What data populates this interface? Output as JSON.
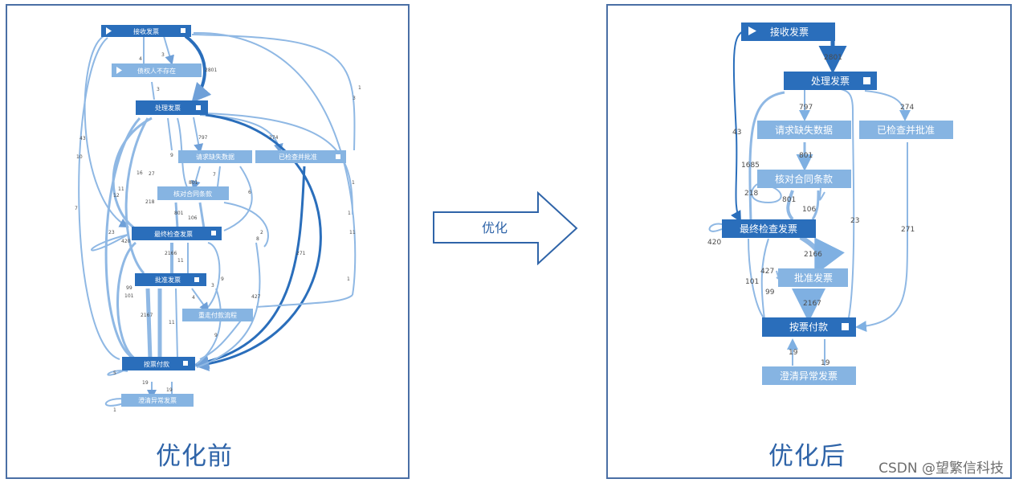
{
  "captions": {
    "before": "优化前",
    "after": "优化后"
  },
  "arrow_label": "优化",
  "watermark": "CSDN @望繁信科技",
  "colors": {
    "dark_node": "#2a6ebb",
    "light_node": "#86b4e2",
    "edge": "#8fb8e4",
    "frame": "#4a6fa5"
  },
  "before": {
    "nodes": [
      {
        "id": "b_recv",
        "label": "接收发票"
      },
      {
        "id": "b_noexist",
        "label": "债权人不存在"
      },
      {
        "id": "b_proc",
        "label": "处理发票"
      },
      {
        "id": "b_req",
        "label": "请求缺失数据"
      },
      {
        "id": "b_checked",
        "label": "已检查并批准"
      },
      {
        "id": "b_verify",
        "label": "核对合同条款"
      },
      {
        "id": "b_final",
        "label": "最终检查发票"
      },
      {
        "id": "b_approve",
        "label": "批准发票"
      },
      {
        "id": "b_reroute",
        "label": "重走付款流程"
      },
      {
        "id": "b_pay",
        "label": "按票付款"
      },
      {
        "id": "b_clarify",
        "label": "澄清异常发票"
      }
    ],
    "edge_labels": [
      "4",
      "3",
      "3",
      "2801",
      "797",
      "274",
      "1",
      "3",
      "9",
      "801",
      "7",
      "6",
      "16",
      "27",
      "218",
      "801",
      "106",
      "2",
      "8",
      "1",
      "43",
      "10",
      "11",
      "12",
      "23",
      "420",
      "2166",
      "11",
      "9",
      "3",
      "271",
      "427",
      "11",
      "99",
      "101",
      "2167",
      "4",
      "11",
      "9",
      "5",
      "19",
      "19",
      "1",
      "7",
      "1",
      "1"
    ]
  },
  "after": {
    "nodes": [
      {
        "id": "a_recv",
        "label": "接收发票"
      },
      {
        "id": "a_proc",
        "label": "处理发票"
      },
      {
        "id": "a_req",
        "label": "请求缺失数据"
      },
      {
        "id": "a_checked",
        "label": "已检查并批准"
      },
      {
        "id": "a_verify",
        "label": "核对合同条款"
      },
      {
        "id": "a_final",
        "label": "最终检查发票"
      },
      {
        "id": "a_approve",
        "label": "批准发票"
      },
      {
        "id": "a_pay",
        "label": "按票付款"
      },
      {
        "id": "a_clarify",
        "label": "澄清异常发票"
      }
    ],
    "edge_labels": [
      "2801",
      "797",
      "274",
      "801",
      "1685",
      "218",
      "801",
      "106",
      "43",
      "420",
      "2166",
      "427",
      "101",
      "99",
      "2167",
      "23",
      "271",
      "19",
      "19"
    ]
  }
}
